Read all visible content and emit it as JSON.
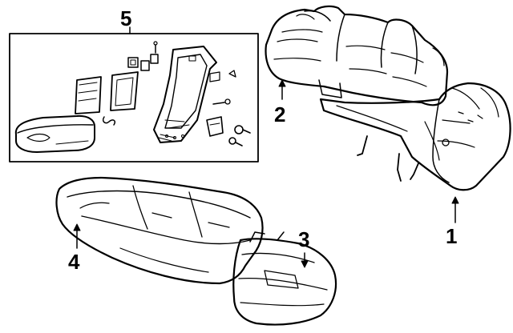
{
  "callouts": {
    "part1": "1",
    "part2": "2",
    "part3": "3",
    "part4": "4",
    "part5": "5"
  },
  "colors": {
    "line": "#000000",
    "background": "#ffffff"
  }
}
